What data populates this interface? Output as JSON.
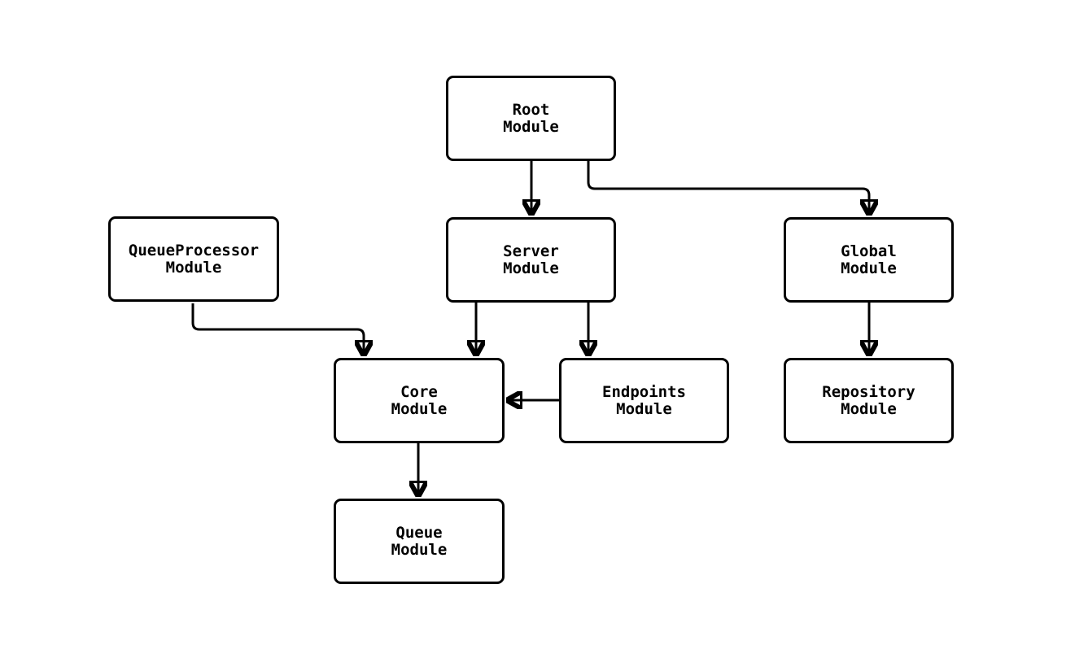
{
  "diagram": {
    "type": "flowchart",
    "direction": "top-down",
    "colors": {
      "background": "#ffffff",
      "node_fill": "#ffffff",
      "node_border": "#000000",
      "edge": "#000000",
      "text": "#000000"
    },
    "nodes": {
      "root": {
        "label": "Root\nModule"
      },
      "queueproc": {
        "label": "QueueProcessor\nModule"
      },
      "server": {
        "label": "Server\nModule"
      },
      "global": {
        "label": "Global\nModule"
      },
      "core": {
        "label": "Core\nModule"
      },
      "endpoints": {
        "label": "Endpoints\nModule"
      },
      "repository": {
        "label": "Repository\nModule"
      },
      "queue": {
        "label": "Queue\nModule"
      }
    },
    "edges": [
      {
        "from": "Root Module",
        "to": "Server Module"
      },
      {
        "from": "Root Module",
        "to": "Global Module"
      },
      {
        "from": "QueueProcessor Module",
        "to": "Core Module"
      },
      {
        "from": "Server Module",
        "to": "Core Module"
      },
      {
        "from": "Server Module",
        "to": "Endpoints Module"
      },
      {
        "from": "Global Module",
        "to": "Repository Module"
      },
      {
        "from": "Endpoints Module",
        "to": "Core Module"
      },
      {
        "from": "Core Module",
        "to": "Queue Module"
      }
    ]
  }
}
